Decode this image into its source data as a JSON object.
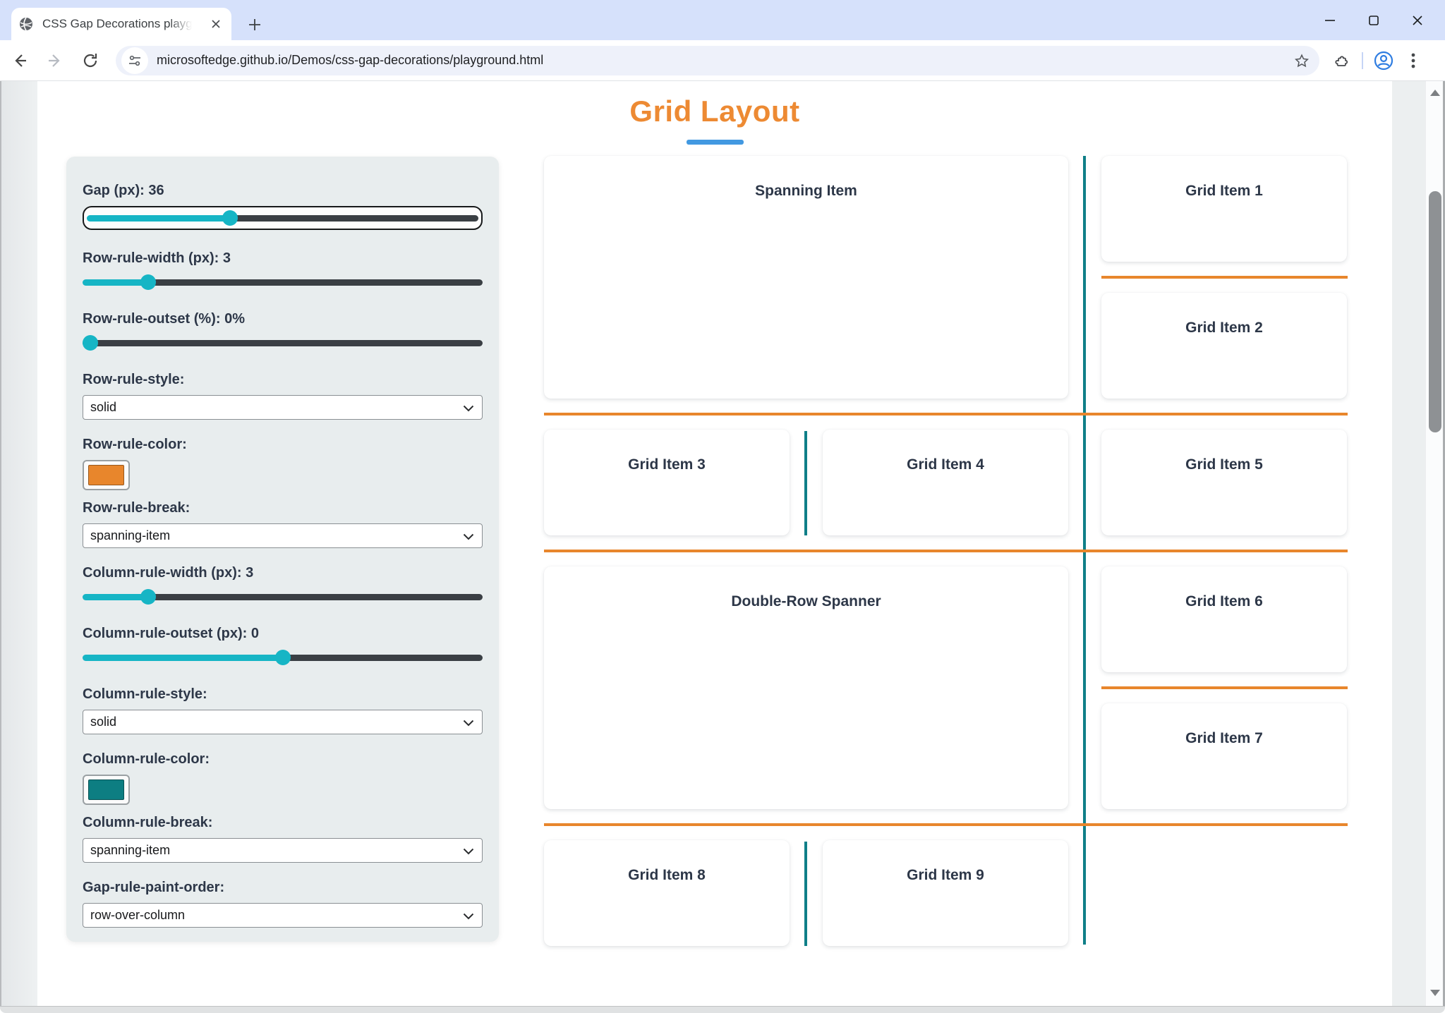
{
  "browser": {
    "tab_title": "CSS Gap Decorations playgroun",
    "url": "microsoftedge.github.io/Demos/css-gap-decorations/playground.html"
  },
  "page": {
    "title": "Grid Layout"
  },
  "controls": [
    {
      "kind": "slider",
      "name": "gap",
      "label": "Gap (px): 36",
      "percent": 36,
      "focused": true
    },
    {
      "kind": "slider",
      "name": "row-rule-width",
      "label": "Row-rule-width (px): 3",
      "percent": 15,
      "focused": false
    },
    {
      "kind": "slider",
      "name": "row-rule-outset",
      "label": "Row-rule-outset (%): 0%",
      "percent": 0,
      "focused": false
    },
    {
      "kind": "select",
      "name": "row-rule-style",
      "label": "Row-rule-style:",
      "value": "solid"
    },
    {
      "kind": "color",
      "name": "row-rule-color",
      "label": "Row-rule-color:",
      "swatch": "#e8862c"
    },
    {
      "kind": "select",
      "name": "row-rule-break",
      "label": "Row-rule-break:",
      "value": "spanning-item"
    },
    {
      "kind": "slider",
      "name": "column-rule-width",
      "label": "Column-rule-width (px): 3",
      "percent": 15,
      "focused": false
    },
    {
      "kind": "slider",
      "name": "column-rule-outset",
      "label": "Column-rule-outset (px): 0",
      "percent": 50,
      "focused": false
    },
    {
      "kind": "select",
      "name": "column-rule-style",
      "label": "Column-rule-style:",
      "value": "solid"
    },
    {
      "kind": "color",
      "name": "column-rule-color",
      "label": "Column-rule-color:",
      "swatch": "#0d7e82"
    },
    {
      "kind": "select",
      "name": "column-rule-break",
      "label": "Column-rule-break:",
      "value": "spanning-item"
    },
    {
      "kind": "select",
      "name": "gap-rule-paint-order",
      "label": "Gap-rule-paint-order:",
      "value": "row-over-column"
    }
  ],
  "grid": {
    "items": [
      {
        "label": "Spanning Item",
        "wide": true
      },
      {
        "label": "Grid Item 1",
        "wide": false
      },
      {
        "label": "Grid Item 2",
        "wide": false
      },
      {
        "label": "Grid Item 3",
        "wide": false
      },
      {
        "label": "Grid Item 4",
        "wide": false
      },
      {
        "label": "Grid Item 5",
        "wide": false
      },
      {
        "label": "Double-Row Spanner",
        "wide": true
      },
      {
        "label": "Grid Item 6",
        "wide": false
      },
      {
        "label": "Grid Item 7",
        "wide": false
      },
      {
        "label": "Grid Item 8",
        "wide": false
      },
      {
        "label": "Grid Item 9",
        "wide": false
      }
    ]
  },
  "colors": {
    "accent_orange": "#ed8a33",
    "underline_blue": "#4299e1",
    "row_rule": "#e8862c",
    "column_rule": "#0f7f88",
    "slider_accent": "#16b5c5",
    "slider_track": "#3a3f44",
    "swatch_orange": "#e8862c",
    "swatch_teal": "#0d7e82",
    "profile_blue": "#2f7de1"
  }
}
